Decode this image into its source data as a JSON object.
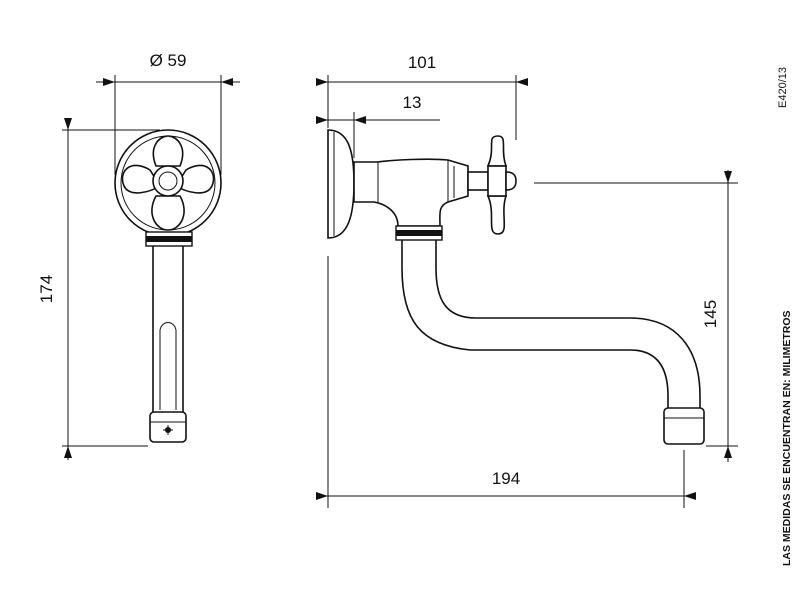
{
  "dimensions": {
    "diameter": "Ø 59",
    "length_101": "101",
    "length_13": "13",
    "height_174": "174",
    "height_145": "145",
    "reach_194": "194"
  },
  "notes": {
    "units": "LAS MEDIDAS SE ENCUENTRAN EN: MILIMETROS",
    "code": "E420/13"
  }
}
